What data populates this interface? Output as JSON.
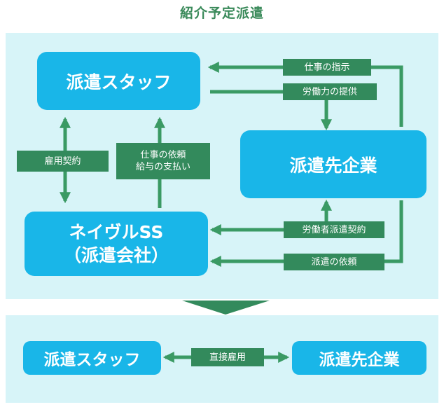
{
  "title": "紹介予定派遣",
  "top": {
    "staff": "派遣スタッフ",
    "client": "派遣先企業",
    "agency_line1": "ネイヴルSS",
    "agency_line2": "（派遣会社）",
    "labels": {
      "work_instruction": "仕事の指示",
      "labor_provision": "労働力の提供",
      "employment_contract": "雇用契約",
      "job_request": "仕事の依頼",
      "salary_payment": "給与の支払い",
      "worker_dispatch_contract": "労働者派遣契約",
      "dispatch_request": "派遣の依頼"
    }
  },
  "bottom": {
    "staff": "派遣スタッフ",
    "client": "派遣先企業",
    "direct_employment": "直接雇用"
  },
  "colors": {
    "panel_bg": "#d7f4f8",
    "box_bg": "#19b6e8",
    "label_bg": "#338a5c",
    "arrow": "#3a9a64",
    "title": "#3a8a5a"
  }
}
